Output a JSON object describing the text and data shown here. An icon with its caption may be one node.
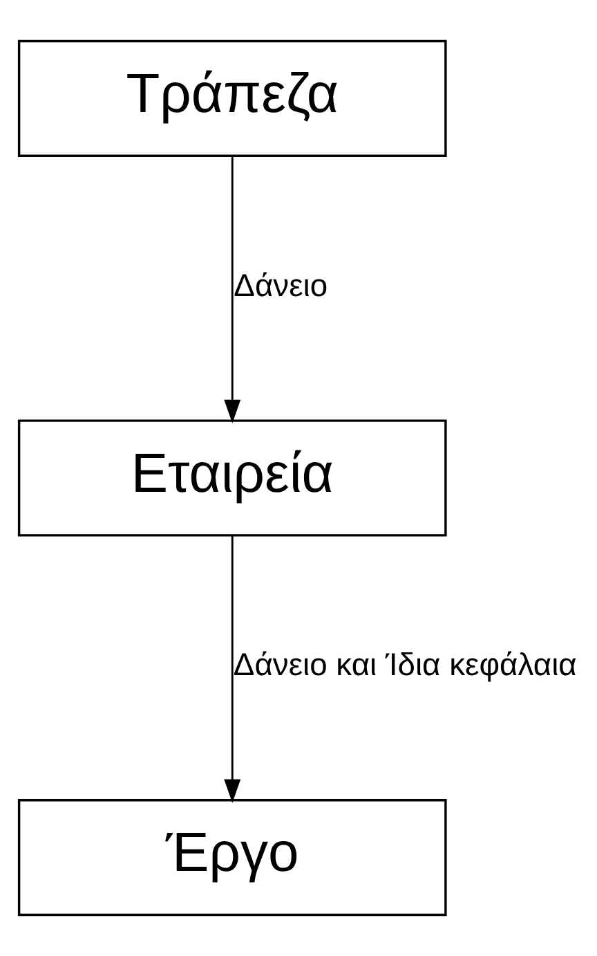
{
  "diagram": {
    "nodes": [
      {
        "text": [
          "Τράπεζα"
        ]
      },
      {
        "text": [
          "Εταιρεία"
        ]
      },
      {
        "text": [
          "Έργο"
        ]
      }
    ],
    "edges": [
      {
        "from": 0,
        "to": 1,
        "arrow": "to",
        "label": "Δάνειο"
      },
      {
        "from": 1,
        "to": 2,
        "arrow": "to",
        "label": "Δάνειο και Ίδια κεφάλαια"
      }
    ]
  }
}
